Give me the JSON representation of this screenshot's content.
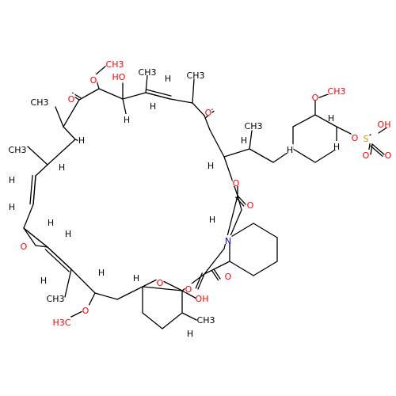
{
  "colors": {
    "carbon": "#000000",
    "oxygen": "#ff0000",
    "nitrogen": "#0000ff",
    "sulfur": "#b8a000",
    "background": "#ffffff"
  },
  "labels": [
    {
      "id": "ch3-methoxy-top",
      "text": "CH3",
      "el": "O"
    },
    {
      "id": "o-methoxy-top",
      "text": "O",
      "el": "O"
    },
    {
      "id": "ho-top",
      "text": "HO",
      "el": "O"
    },
    {
      "id": "h-c27",
      "text": "H",
      "el": "C"
    },
    {
      "id": "ch3-c29",
      "text": "CH3",
      "el": "C"
    },
    {
      "id": "h-c30",
      "text": "H",
      "el": "C"
    },
    {
      "id": "h-c31",
      "text": "H",
      "el": "C"
    },
    {
      "id": "ch3-c32",
      "text": "CH3",
      "el": "C"
    },
    {
      "id": "o-ketone-left",
      "text": "O",
      "el": "O"
    },
    {
      "id": "o-ketone-right",
      "text": "O",
      "el": "O"
    },
    {
      "id": "ch3-c25",
      "text": "CH3",
      "el": "C"
    },
    {
      "id": "h-c25",
      "text": "H",
      "el": "C"
    },
    {
      "id": "ch3-c23",
      "text": "CH3",
      "el": "C"
    },
    {
      "id": "h-c23",
      "text": "H",
      "el": "C"
    },
    {
      "id": "h-c22",
      "text": "H",
      "el": "C"
    },
    {
      "id": "h-c21",
      "text": "H",
      "el": "C"
    },
    {
      "id": "h-c36",
      "text": "H",
      "el": "C"
    },
    {
      "id": "ch3-c37",
      "text": "CH3",
      "el": "C"
    },
    {
      "id": "h-c37",
      "text": "H",
      "el": "C"
    },
    {
      "id": "o-methoxy-ring",
      "text": "O",
      "el": "O"
    },
    {
      "id": "ch3-methoxy-ring",
      "text": "CH3",
      "el": "O"
    },
    {
      "id": "h-ring-c3",
      "text": "H",
      "el": "C"
    },
    {
      "id": "h-ring-c4",
      "text": "H",
      "el": "C"
    },
    {
      "id": "o-sulfate",
      "text": "O",
      "el": "O"
    },
    {
      "id": "s-sulfate",
      "text": "S",
      "el": "S"
    },
    {
      "id": "oh-sulfate",
      "text": "OH",
      "el": "O"
    },
    {
      "id": "o-sulfate-dbl1",
      "text": "O",
      "el": "O"
    },
    {
      "id": "o-sulfate-dbl2",
      "text": "O",
      "el": "O"
    },
    {
      "id": "h-c34",
      "text": "H",
      "el": "C"
    },
    {
      "id": "o-ester",
      "text": "O",
      "el": "O"
    },
    {
      "id": "o-ester-carbonyl",
      "text": "O",
      "el": "O"
    },
    {
      "id": "h-pipecolate",
      "text": "H",
      "el": "C"
    },
    {
      "id": "n-pipecolate",
      "text": "N",
      "el": "N"
    },
    {
      "id": "o-amide",
      "text": "O",
      "el": "O"
    },
    {
      "id": "h-epoxide-a",
      "text": "H",
      "el": "C"
    },
    {
      "id": "h-epoxide-b",
      "text": "H",
      "el": "C"
    },
    {
      "id": "o-epoxide",
      "text": "O",
      "el": "O"
    },
    {
      "id": "h-c18",
      "text": "H",
      "el": "C"
    },
    {
      "id": "ch3-c17",
      "text": "CH3",
      "el": "C"
    },
    {
      "id": "h-c16",
      "text": "H",
      "el": "C"
    },
    {
      "id": "o-methoxy-bottom",
      "text": "O",
      "el": "O"
    },
    {
      "id": "ch3-methoxy-bottom",
      "text": "H3C",
      "el": "O"
    },
    {
      "id": "h-pyran",
      "text": "H",
      "el": "C"
    },
    {
      "id": "o-pyran",
      "text": "O",
      "el": "O"
    },
    {
      "id": "oh-hemiketal",
      "text": "OH",
      "el": "O"
    },
    {
      "id": "o-keto-amide",
      "text": "O",
      "el": "O"
    },
    {
      "id": "ch3-c11",
      "text": "CH3",
      "el": "C"
    },
    {
      "id": "h-c11",
      "text": "H",
      "el": "C"
    }
  ]
}
